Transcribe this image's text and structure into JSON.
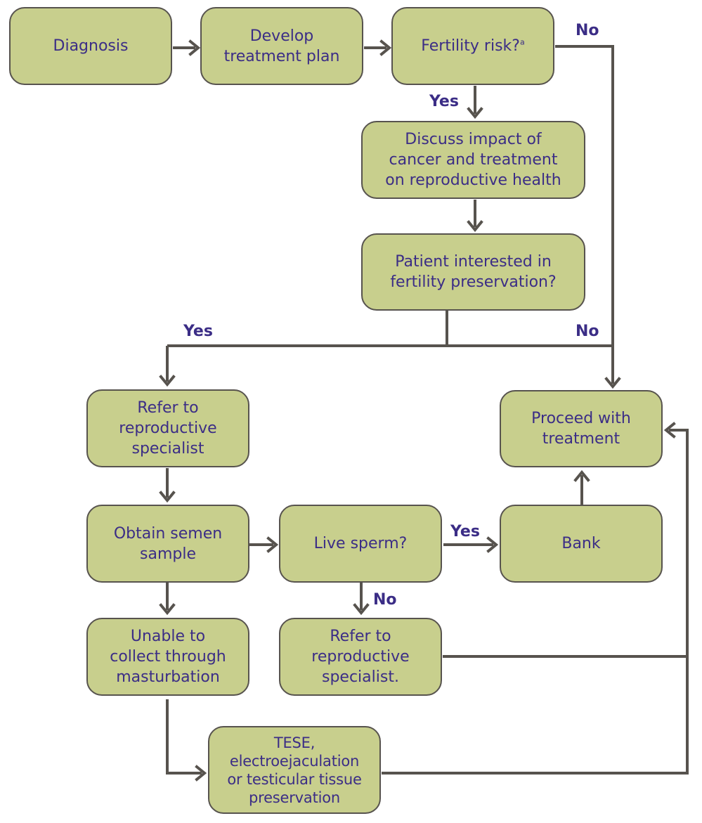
{
  "nodes": {
    "diagnosis": "Diagnosis",
    "develop_plan": "Develop\ntreatment plan",
    "fertility_risk": "Fertility risk?",
    "fertility_risk_sup": "a",
    "discuss_impact": "Discuss impact of\ncancer and treatment\non reproductive health",
    "patient_interested": "Patient interested in\nfertility preservation?",
    "refer_specialist_1": "Refer to\nreproductive\nspecialist",
    "proceed_treatment": "Proceed with\ntreatment",
    "obtain_semen": "Obtain semen\nsample",
    "live_sperm": "Live sperm?",
    "bank": "Bank",
    "unable_collect": "Unable to\ncollect through\nmasturbation",
    "refer_specialist_2": "Refer to\nreproductive\nspecialist.",
    "tese": "TESE,\nelectroejaculation\nor testicular tissue\npreservation"
  },
  "labels": {
    "risk_no": "No",
    "risk_yes": "Yes",
    "interested_yes": "Yes",
    "interested_no": "No",
    "sperm_yes": "Yes",
    "sperm_no": "No"
  },
  "colors": {
    "box_fill": "#c8cf8d",
    "box_border": "#57534e",
    "text": "#3b2d86",
    "connector": "#57534e"
  }
}
